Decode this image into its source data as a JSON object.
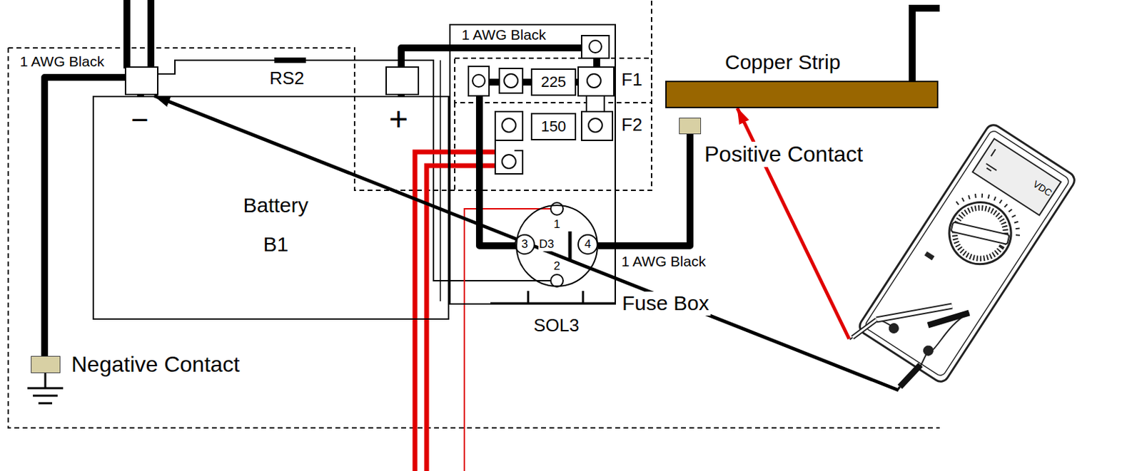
{
  "diagram": {
    "nodes": [
      {
        "text": [
          "Battery B1"
        ]
      },
      {
        "text": [
          "Fuse Box"
        ]
      },
      {
        "text": [
          "225"
        ],
        "in": 1
      },
      {
        "text": [
          "150"
        ],
        "in": 1
      },
      {
        "text": [
          "SOL3"
        ],
        "in": 1
      },
      {
        "text": [
          "Copper Strip"
        ]
      },
      {
        "text": [
          "Positive Contact"
        ]
      },
      {
        "text": [
          "Negative Contact"
        ]
      },
      {
        "text": [
          "VDC"
        ]
      }
    ],
    "edges": [
      {
        "from": 8,
        "to": 5,
        "arrow": "to"
      },
      {
        "from": 8,
        "to": 0,
        "arrow": "to"
      },
      {
        "from": 0,
        "to": 7,
        "arrow": "none"
      },
      {
        "from": 0,
        "to": 2,
        "arrow": "none"
      },
      {
        "from": 2,
        "to": 4,
        "arrow": "none"
      },
      {
        "from": 4,
        "to": 6,
        "arrow": "none"
      }
    ],
    "labels": [
      "1 AWG Black",
      "RS2",
      "−",
      "+",
      "1 AWG Black",
      "F1",
      "F2",
      "1",
      "D3",
      "3",
      "4",
      "2",
      "1 AWG Black"
    ]
  }
}
